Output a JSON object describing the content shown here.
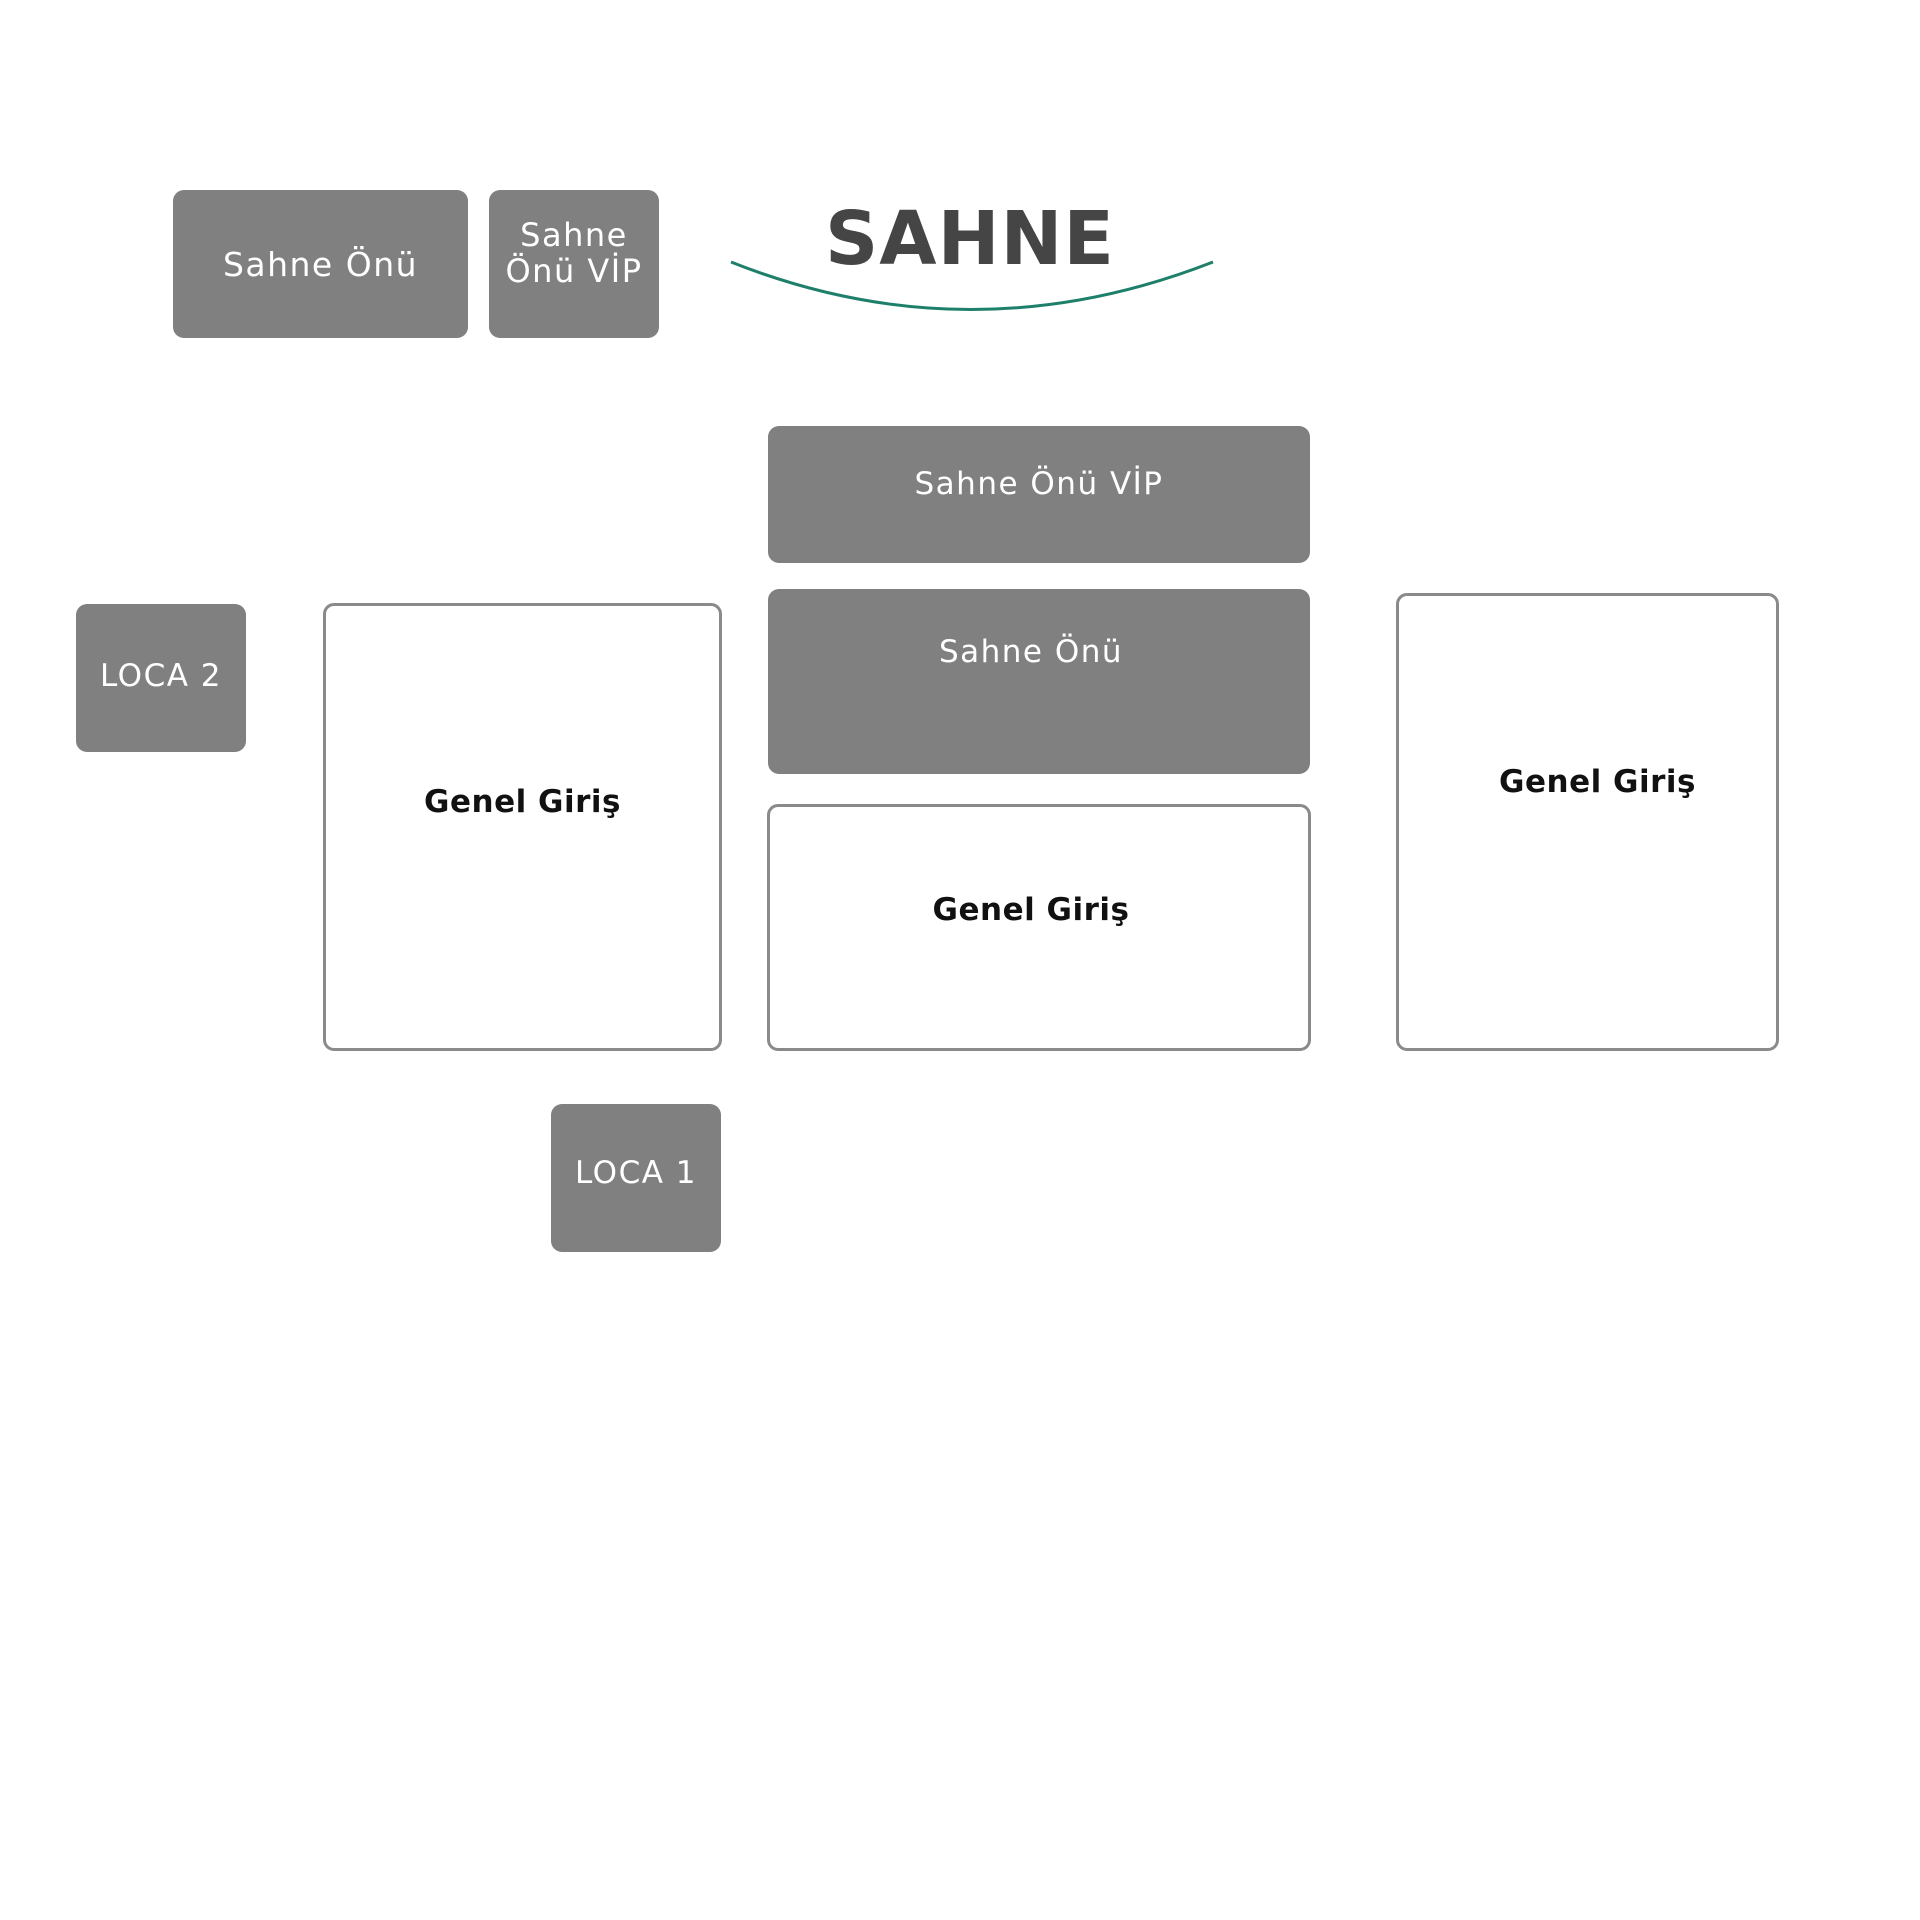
{
  "stage": {
    "label": "SAHNE",
    "arc_color": "#1e7f6a"
  },
  "colors": {
    "block_fill": "#808080",
    "outline": "#8a8a8a",
    "outline_text": "#111111",
    "fill_text": "#ffffff"
  },
  "legend": {
    "sahne_onu": "Sahne Önü",
    "sahne_onu_vip": "Sahne\nÖnü VİP"
  },
  "sections": {
    "vip_center": "Sahne Önü VİP",
    "sahne_onu_center": "Sahne Önü",
    "genel_left": "Genel Giriş",
    "genel_center": "Genel Giriş",
    "genel_right": "Genel Giriş",
    "loca_2": "LOCA 2",
    "loca_1": "LOCA 1"
  }
}
